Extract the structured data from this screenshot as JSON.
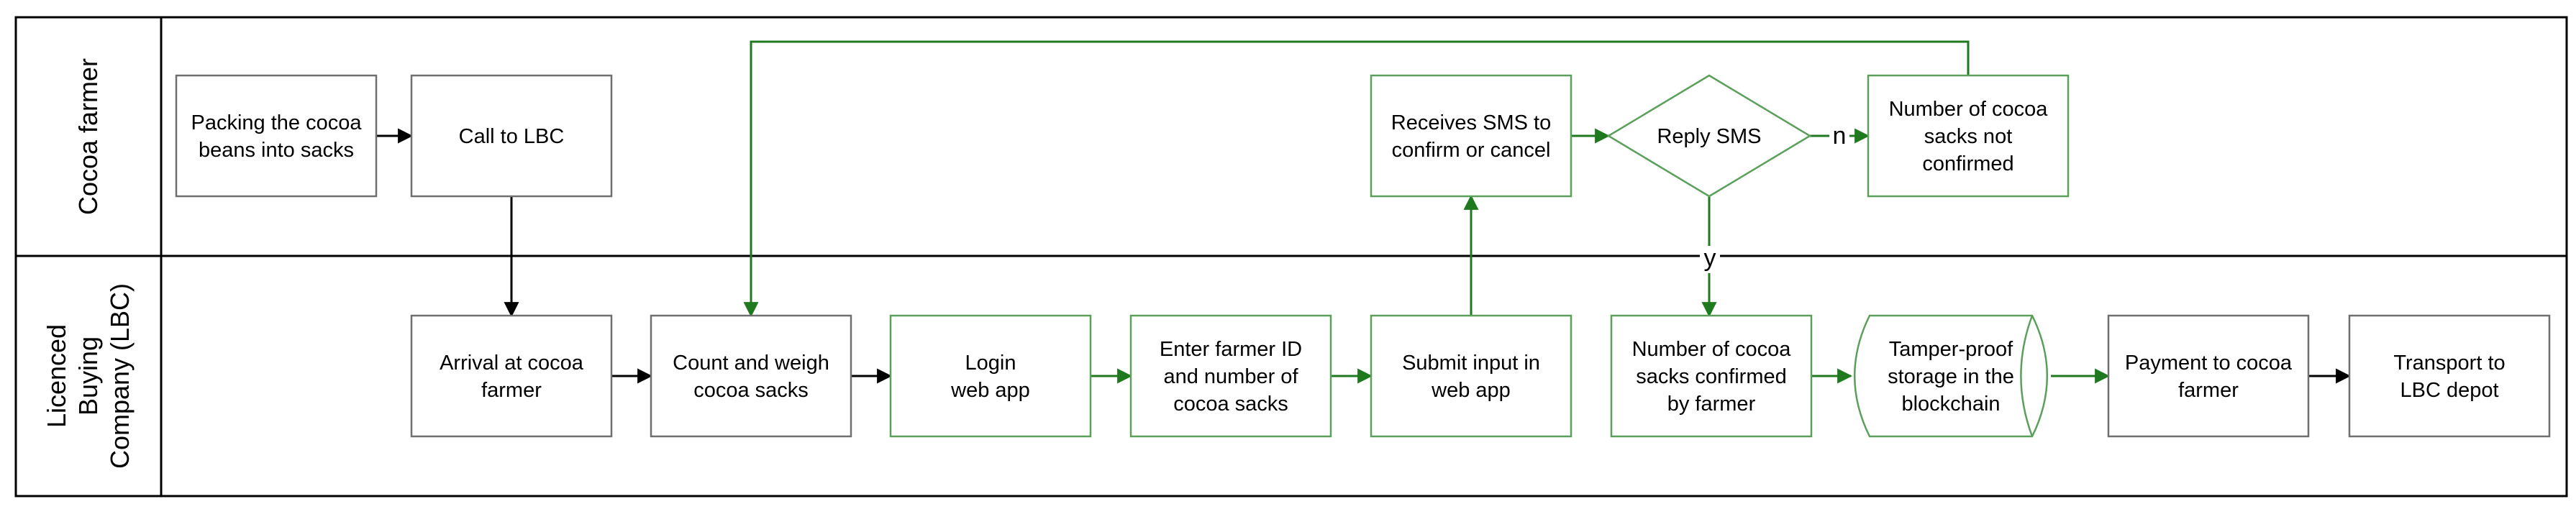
{
  "colors": {
    "black": "#000000",
    "green": "#1f7a1f",
    "green_box": "#5aa05a",
    "box_gray": "#6f6f6f",
    "lane_border": "#000000"
  },
  "lanes": [
    {
      "id": "farmer",
      "lines": [
        "Cocoa farmer"
      ]
    },
    {
      "id": "lbc",
      "lines": [
        "Licenced",
        "Buying",
        "Company (LBC)"
      ]
    }
  ],
  "nodes": [
    {
      "id": "packing",
      "shape": "rect",
      "color": "black",
      "lines": [
        "Packing the cocoa",
        "beans into sacks"
      ]
    },
    {
      "id": "call",
      "shape": "rect",
      "color": "black",
      "lines": [
        "Call to LBC"
      ]
    },
    {
      "id": "sms",
      "shape": "rect",
      "color": "green",
      "lines": [
        "Receives SMS to",
        "confirm or cancel"
      ]
    },
    {
      "id": "reply",
      "shape": "diamond",
      "color": "green",
      "lines": [
        "Reply SMS"
      ]
    },
    {
      "id": "notconf",
      "shape": "rect",
      "color": "green",
      "lines": [
        "Number of cocoa",
        "sacks not",
        "confirmed"
      ]
    },
    {
      "id": "arrival",
      "shape": "rect",
      "color": "black",
      "lines": [
        "Arrival at cocoa",
        "farmer"
      ]
    },
    {
      "id": "count",
      "shape": "rect",
      "color": "black",
      "lines": [
        "Count and weigh",
        "cocoa sacks"
      ]
    },
    {
      "id": "login",
      "shape": "rect",
      "color": "green",
      "lines": [
        "Login",
        "web app"
      ]
    },
    {
      "id": "enter",
      "shape": "rect",
      "color": "green",
      "lines": [
        "Enter farmer ID",
        "and number of",
        "cocoa sacks"
      ]
    },
    {
      "id": "submit",
      "shape": "rect",
      "color": "green",
      "lines": [
        "Submit input in",
        "web app"
      ]
    },
    {
      "id": "confirmed",
      "shape": "rect",
      "color": "green",
      "lines": [
        "Number of cocoa",
        "sacks confirmed",
        "by farmer"
      ]
    },
    {
      "id": "blockchain",
      "shape": "storage",
      "color": "green",
      "lines": [
        "Tamper-proof",
        "storage in the",
        "blockchain"
      ]
    },
    {
      "id": "payment",
      "shape": "rect",
      "color": "black",
      "lines": [
        "Payment to cocoa",
        "farmer"
      ]
    },
    {
      "id": "transport",
      "shape": "rect",
      "color": "black",
      "lines": [
        "Transport to",
        "LBC depot"
      ]
    }
  ],
  "edges": [
    {
      "id": "packing-call",
      "from": "packing",
      "to": "call",
      "color": "black",
      "label": ""
    },
    {
      "id": "call-arrival",
      "from": "call",
      "to": "arrival",
      "color": "black",
      "label": ""
    },
    {
      "id": "arrival-count",
      "from": "arrival",
      "to": "count",
      "color": "black",
      "label": ""
    },
    {
      "id": "count-login",
      "from": "count",
      "to": "login",
      "color": "black",
      "label": ""
    },
    {
      "id": "login-enter",
      "from": "login",
      "to": "enter",
      "color": "green",
      "label": ""
    },
    {
      "id": "enter-submit",
      "from": "enter",
      "to": "submit",
      "color": "green",
      "label": ""
    },
    {
      "id": "submit-sms",
      "from": "submit",
      "to": "sms",
      "color": "green",
      "label": ""
    },
    {
      "id": "sms-reply",
      "from": "sms",
      "to": "reply",
      "color": "green",
      "label": ""
    },
    {
      "id": "reply-notconf",
      "from": "reply",
      "to": "notconf",
      "color": "green",
      "label": "n"
    },
    {
      "id": "reply-confirmed",
      "from": "reply",
      "to": "confirmed",
      "color": "green",
      "label": "y"
    },
    {
      "id": "notconf-count",
      "from": "notconf",
      "to": "count",
      "color": "green",
      "label": ""
    },
    {
      "id": "confirmed-blockchain",
      "from": "confirmed",
      "to": "blockchain",
      "color": "green",
      "label": ""
    },
    {
      "id": "blockchain-payment",
      "from": "blockchain",
      "to": "payment",
      "color": "green",
      "label": ""
    },
    {
      "id": "payment-transport",
      "from": "payment",
      "to": "transport",
      "color": "black",
      "label": ""
    }
  ]
}
